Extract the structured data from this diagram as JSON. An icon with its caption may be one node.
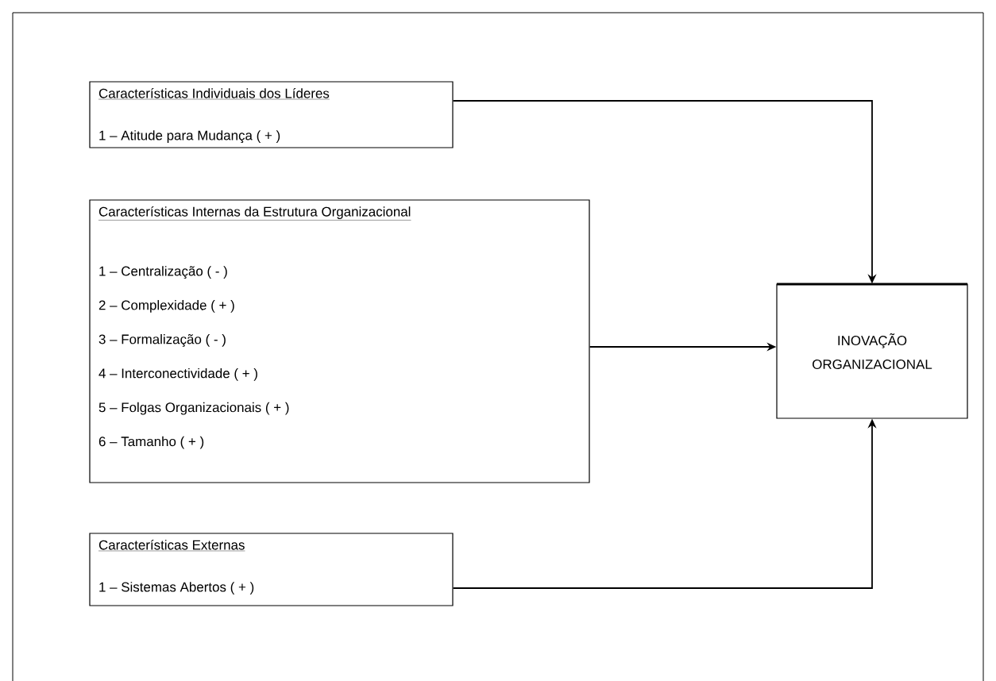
{
  "diagram": {
    "nodes": [
      {
        "text": [
          "Características Individuais dos Líderes",
          "1 – Atitude para Mudança ( + )"
        ]
      },
      {
        "text": [
          "Características Internas da Estrutura Organizacional",
          "1 – Centralização ( - )",
          "2 – Complexidade ( + )",
          "3 – Formalização ( - )",
          "4 – Interconectividade ( + )",
          "5 – Folgas Organizacionais ( + )",
          "6 – Tamanho ( + )"
        ]
      },
      {
        "text": [
          "Características Externas",
          "1 – Sistemas Abertos ( + )"
        ]
      },
      {
        "text": [
          "INOVAÇÃO ORGANIZACIONAL"
        ]
      }
    ],
    "edges": [
      {
        "from": 0,
        "to": 3,
        "arrow": "to"
      },
      {
        "from": 1,
        "to": 3,
        "arrow": "to"
      },
      {
        "from": 2,
        "to": 3,
        "arrow": "to"
      }
    ]
  }
}
